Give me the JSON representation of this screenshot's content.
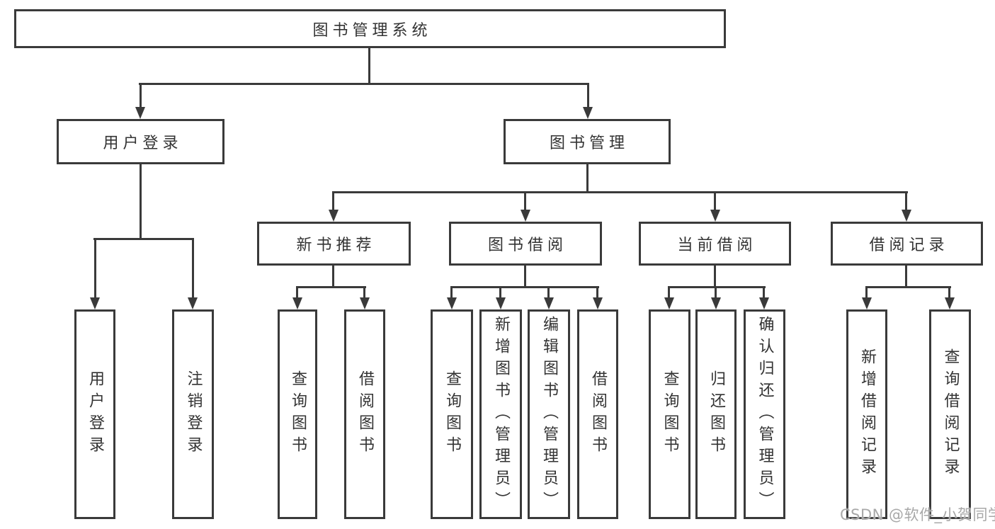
{
  "root": {
    "label": "图书管理系统",
    "children": [
      {
        "label": "用户登录",
        "children": [
          {
            "label": "用户登录"
          },
          {
            "label": "注销登录"
          }
        ]
      },
      {
        "label": "图书管理",
        "children": [
          {
            "label": "新书推荐",
            "children": [
              {
                "label": "查询图书"
              },
              {
                "label": "借阅图书"
              }
            ]
          },
          {
            "label": "图书借阅",
            "children": [
              {
                "label": "查询图书"
              },
              {
                "label": "新增图书（管理员）"
              },
              {
                "label": "编辑图书（管理员）"
              },
              {
                "label": "借阅图书"
              }
            ]
          },
          {
            "label": "当前借阅",
            "children": [
              {
                "label": "查询图书"
              },
              {
                "label": "归还图书"
              },
              {
                "label": "确认归还（管理员）"
              }
            ]
          },
          {
            "label": "借阅记录",
            "children": [
              {
                "label": "新增借阅记录"
              },
              {
                "label": "查询借阅记录"
              }
            ]
          }
        ]
      }
    ]
  },
  "watermark": {
    "text": "CSDN @软件_小贺同学"
  },
  "colors": {
    "line": "#3a3a3a",
    "text": "#333333",
    "background": "#ffffff",
    "watermark": "#a8a8a8"
  }
}
